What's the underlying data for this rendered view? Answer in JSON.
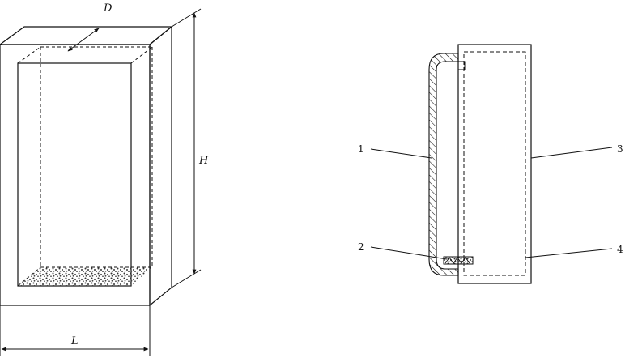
{
  "figure_left": {
    "dimensions": {
      "depth": "D",
      "height": "H",
      "length": "L"
    }
  },
  "figure_right": {
    "callouts": [
      "1",
      "2",
      "3",
      "4"
    ]
  },
  "colors": {
    "stroke": "#111111",
    "background": "#ffffff"
  }
}
